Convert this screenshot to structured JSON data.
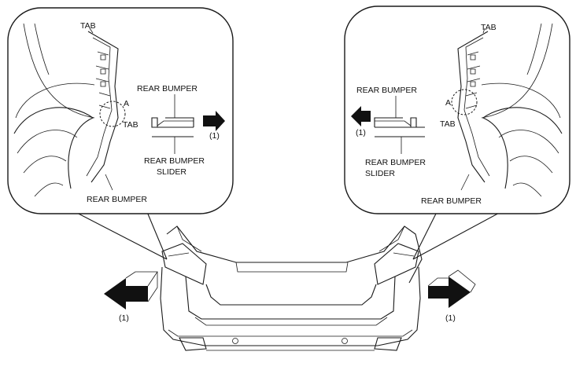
{
  "left_callout": {
    "tab_top": "TAB",
    "point_a": "A",
    "rear_bumper": "REAR BUMPER",
    "tab_side": "TAB",
    "slider_line1": "REAR BUMPER",
    "slider_line2": "SLIDER",
    "step": "(1)",
    "bumper_label": "REAR BUMPER"
  },
  "right_callout": {
    "tab_top": "TAB",
    "point_a": "A",
    "rear_bumper": "REAR BUMPER",
    "tab_side": "TAB",
    "slider_line1": "REAR BUMPER",
    "slider_line2": "SLIDER",
    "step": "(1)",
    "bumper_label": "REAR BUMPER"
  },
  "main_arrows": {
    "left_step": "(1)",
    "right_step": "(1)"
  },
  "icons": {
    "arrow": "block-arrow-icon"
  }
}
